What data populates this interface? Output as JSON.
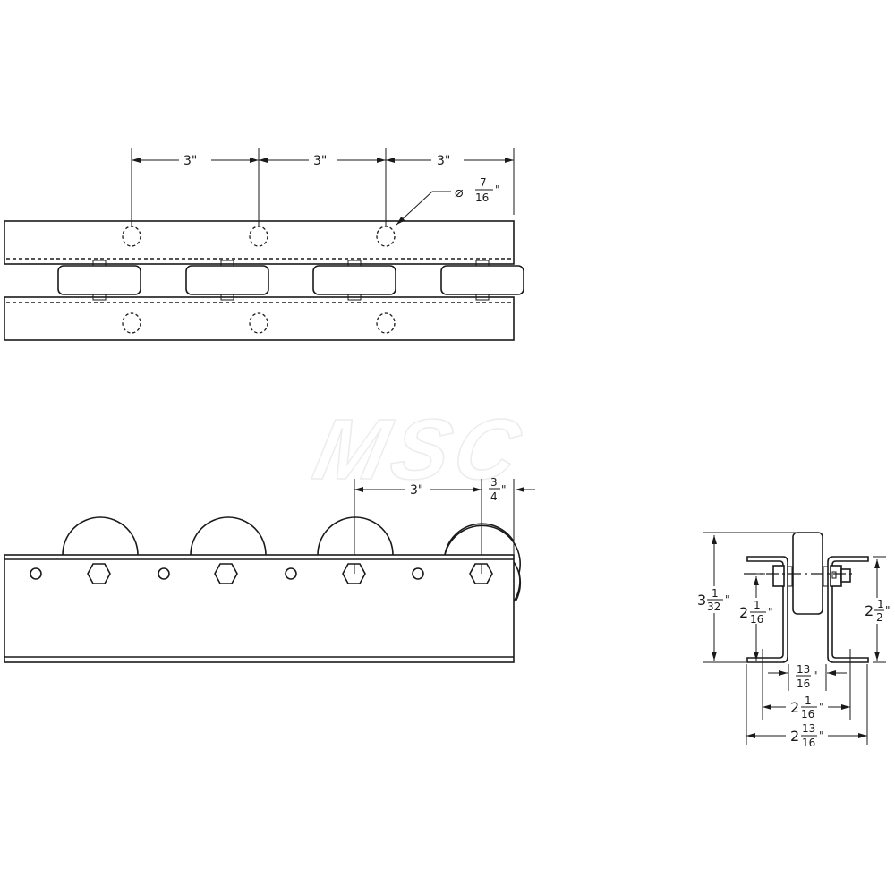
{
  "watermark": {
    "text": "MSC"
  },
  "top_view": {
    "spacing_dims": [
      "3\"",
      "3\"",
      "3\""
    ],
    "hole_diameter": {
      "symbol": "⌀",
      "numerator": "7",
      "denominator": "16",
      "unit": "\""
    },
    "hole_count_per_rail": 3,
    "wheel_count": 4
  },
  "side_view": {
    "spacing_dim": "3\"",
    "overhang_dim": {
      "numerator": "3",
      "denominator": "4",
      "unit": "\""
    },
    "wheel_count": 4,
    "bolt_count": 4,
    "hole_count": 4
  },
  "end_view": {
    "overall_height": {
      "whole": "3",
      "numerator": "1",
      "denominator": "32",
      "unit": "\""
    },
    "axle_height": {
      "whole": "2",
      "numerator": "1",
      "denominator": "16",
      "unit": "\""
    },
    "rail_height": {
      "whole": "2",
      "numerator": "1",
      "denominator": "2",
      "unit": "\""
    },
    "wheel_width": {
      "numerator": "13",
      "denominator": "16",
      "unit": "\""
    },
    "inner_width": {
      "whole": "2",
      "numerator": "1",
      "denominator": "16",
      "unit": "\""
    },
    "outer_width": {
      "whole": "2",
      "numerator": "13",
      "denominator": "16",
      "unit": "\""
    }
  }
}
